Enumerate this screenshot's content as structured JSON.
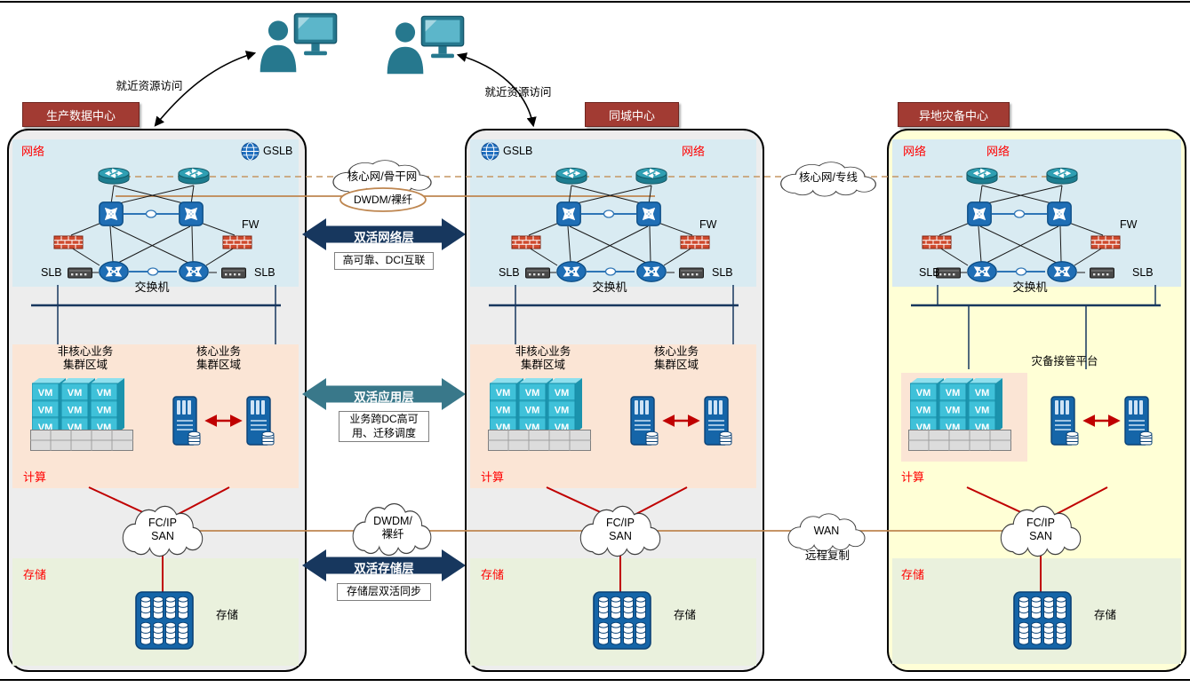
{
  "icons": {
    "vm": "VM"
  },
  "users": [
    {
      "label": "就近资源访问"
    },
    {
      "label": "就近资源访问"
    }
  ],
  "centers": [
    {
      "title": "生产数据中心",
      "network_label": "网络",
      "gslb_label": "GSLB",
      "fw_label": "FW",
      "slb_left": "SLB",
      "slb_right": "SLB",
      "switch_label": "交换机",
      "noncore_cluster": "非核心业务\n集群区域",
      "core_cluster": "核心业务\n集群区域",
      "compute_label": "计算",
      "san_label": "FC/IP\nSAN",
      "storage_section_label": "存储",
      "storage_device_label": "存储"
    },
    {
      "title": "同城中心",
      "network_label": "网络",
      "gslb_label": "GSLB",
      "fw_label": "FW",
      "slb_left": "SLB",
      "slb_right": "SLB",
      "switch_label": "交换机",
      "noncore_cluster": "非核心业务\n集群区域",
      "core_cluster": "核心业务\n集群区域",
      "compute_label": "计算",
      "san_label": "FC/IP\nSAN",
      "storage_section_label": "存储",
      "storage_device_label": "存储"
    },
    {
      "title": "异地灾备中心",
      "network_label": "网络",
      "network_label_2": "网络",
      "fw_label": "FW",
      "slb_left": "SLB",
      "slb_right": "SLB",
      "switch_label": "交换机",
      "platform_label": "灾备接管平台",
      "compute_label": "计算",
      "san_label": "FC/IP\nSAN",
      "storage_section_label": "存储",
      "storage_device_label": "存储"
    }
  ],
  "interconnect": {
    "core_backbone": "核心网/骨干网",
    "dwdm_top": "DWDM/裸纤",
    "network_layer": "双活网络层",
    "network_layer_desc": "高可靠、DCI互联",
    "app_layer": "双活应用层",
    "app_layer_desc": "业务跨DC高可\n用、迁移调度",
    "dwdm_bottom": "DWDM/\n裸纤",
    "storage_layer": "双活存储层",
    "storage_layer_desc": "存储层双活同步",
    "core_leased": "核心网/专线",
    "wan": "WAN",
    "wan_desc": "远程复制"
  },
  "colors": {
    "header_red": "#a23b33",
    "panel_gray": "#ededed",
    "panel_yellow": "#ffffd6",
    "network_blue": "#d9ebf2",
    "compute_peach": "#fbe5d5",
    "storage_green": "#eaf1dd",
    "arrow_navy": "#17375e",
    "arrow_teal": "#39788a",
    "line_tan": "#be8650",
    "line_red": "#c00000",
    "device_blue": "#1565a8",
    "vm_cyan": "#3fc1d9",
    "section_label_red": "#ff0000"
  }
}
